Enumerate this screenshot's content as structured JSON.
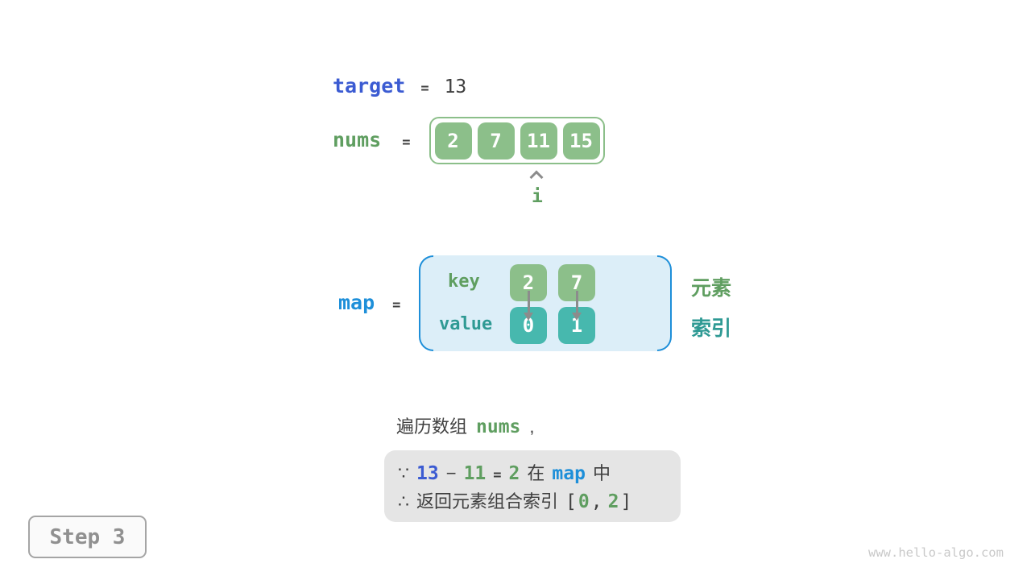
{
  "colors": {
    "green_cell": "#8cbf8a",
    "green_text": "#5f9e60",
    "teal_cell": "#47b8ae",
    "teal_text": "#2f9a94",
    "royal_blue": "#3b5bd2",
    "bright_blue": "#1e8fd9",
    "map_box_fill": "#dceef8",
    "dark_text": "#3f3f3f",
    "arrow_gray": "#8c8c8c",
    "conclusion_box_fill": "#e5e5e5",
    "step_border": "#a5a5a5",
    "step_fill": "#fafafa",
    "step_text": "#909090",
    "watermark_text": "#c9c9c9",
    "cell_text": "#ffffff"
  },
  "target_row": {
    "label": "target",
    "op": "=",
    "value": "13"
  },
  "nums_row": {
    "label": "nums",
    "op": "=",
    "cells": [
      "2",
      "7",
      "11",
      "15"
    ],
    "pointer_label": "i"
  },
  "map_row": {
    "label": "map",
    "op": "=",
    "key_label": "key",
    "value_label": "value",
    "keys": [
      "2",
      "7"
    ],
    "values": [
      "0",
      "1"
    ],
    "element_label": "元素",
    "index_label": "索引"
  },
  "caption": {
    "prefix": "遍历数组",
    "code": "nums",
    "comma": ","
  },
  "conclusion": {
    "line1": {
      "because": "∵",
      "minuend": "13",
      "minus": "−",
      "subtrahend": "11",
      "equals": "=",
      "difference": "2",
      "in_word": "在",
      "map_ref": "map",
      "in_suffix": "中"
    },
    "line2": {
      "therefore": "∴",
      "text": "返回元素组合索引",
      "open_bracket": "[",
      "index_a": "0",
      "comma": ",",
      "index_b": "2",
      "close_bracket": "]"
    }
  },
  "step_badge": "Step 3",
  "watermark": "www.hello-algo.com"
}
